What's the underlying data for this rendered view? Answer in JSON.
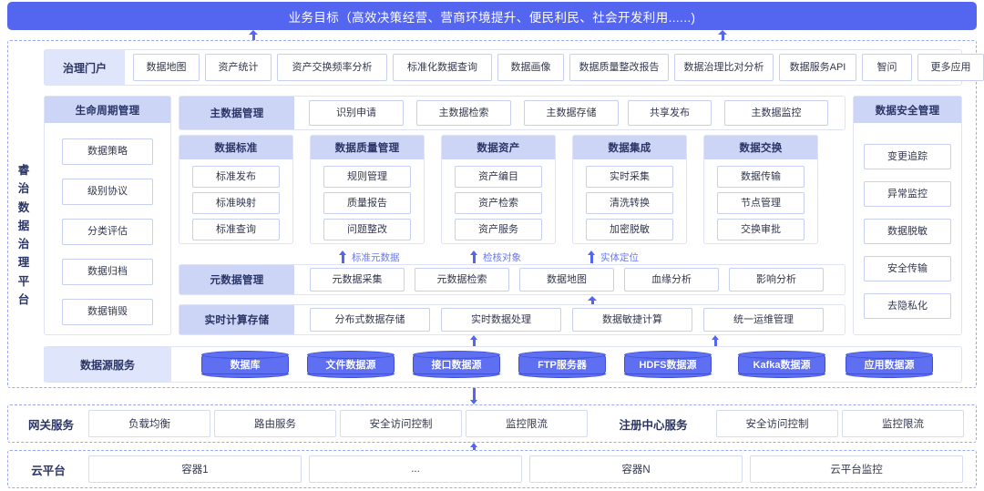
{
  "goal": {
    "label": "业务目标（高效决策经营、营商环境提升、便民利民、社会开发利用......)"
  },
  "platform": {
    "vertical_name": "睿治数据治理平台",
    "vertical_chars": [
      "睿",
      "治",
      "数",
      "据",
      "治",
      "理",
      "平",
      "台"
    ]
  },
  "portal": {
    "title": "治理门户",
    "apps": [
      "数据地图",
      "资产统计",
      "资产交换频率分析",
      "标准化数据查询",
      "数据画像",
      "数据质量整改报告",
      "数据治理比对分析",
      "数据服务API",
      "智问",
      "更多应用"
    ]
  },
  "lifecycle": {
    "title": "生命周期管理",
    "items": [
      "数据策略",
      "级别协议",
      "分类评估",
      "数据归档",
      "数据销毁"
    ]
  },
  "master_data": {
    "title": "主数据管理",
    "items": [
      "识别申请",
      "主数据检索",
      "主数据存储",
      "共享发布",
      "主数据监控"
    ]
  },
  "security": {
    "title": "数据安全管理",
    "items": [
      "变更追踪",
      "异常监控",
      "数据脱敏",
      "安全传输",
      "去隐私化"
    ]
  },
  "core_columns": [
    {
      "title": "数据标准",
      "items": [
        "标准发布",
        "标准映射",
        "标准查询"
      ]
    },
    {
      "title": "数据质量管理",
      "items": [
        "规则管理",
        "质量报告",
        "问题整改"
      ]
    },
    {
      "title": "数据资产",
      "items": [
        "资产编目",
        "资产检索",
        "资产服务"
      ]
    },
    {
      "title": "数据集成",
      "items": [
        "实时采集",
        "清洗转换",
        "加密脱敏"
      ]
    },
    {
      "title": "数据交换",
      "items": [
        "数据传输",
        "节点管理",
        "交换审批"
      ]
    }
  ],
  "flow_labels": [
    "标准元数据",
    "检核对象",
    "实体定位"
  ],
  "metadata": {
    "title": "元数据管理",
    "items": [
      "元数据采集",
      "元数据检索",
      "数据地图",
      "血缘分析",
      "影响分析"
    ]
  },
  "realtime": {
    "title": "实时计算存储",
    "items": [
      "分布式数据存储",
      "实时数据处理",
      "数据敏捷计算",
      "统一运维管理"
    ]
  },
  "datasource": {
    "title": "数据源服务",
    "items": [
      "数据库",
      "文件数据源",
      "接口数据源",
      "FTP服务器",
      "HDFS数据源",
      "Kafka数据源",
      "应用数据源"
    ]
  },
  "gateway": {
    "label": "网关服务",
    "items": [
      "负载均衡",
      "路由服务",
      "安全访问控制",
      "监控限流"
    ],
    "registry_label": "注册中心服务",
    "registry_items": [
      "安全访问控制",
      "监控限流"
    ]
  },
  "cloud": {
    "label": "云平台",
    "items": [
      "容器1",
      "...",
      "容器N",
      "云平台监控"
    ]
  },
  "colors": {
    "accent": "#5465f0",
    "header_fill": "#ccd5f5",
    "band_fill": "#dfe5fa",
    "item_border": "#c6cff0",
    "dashed_border": "#9aa8f2",
    "cylinder_fill": "#5e6ff2",
    "text_dark": "#2a3566"
  }
}
